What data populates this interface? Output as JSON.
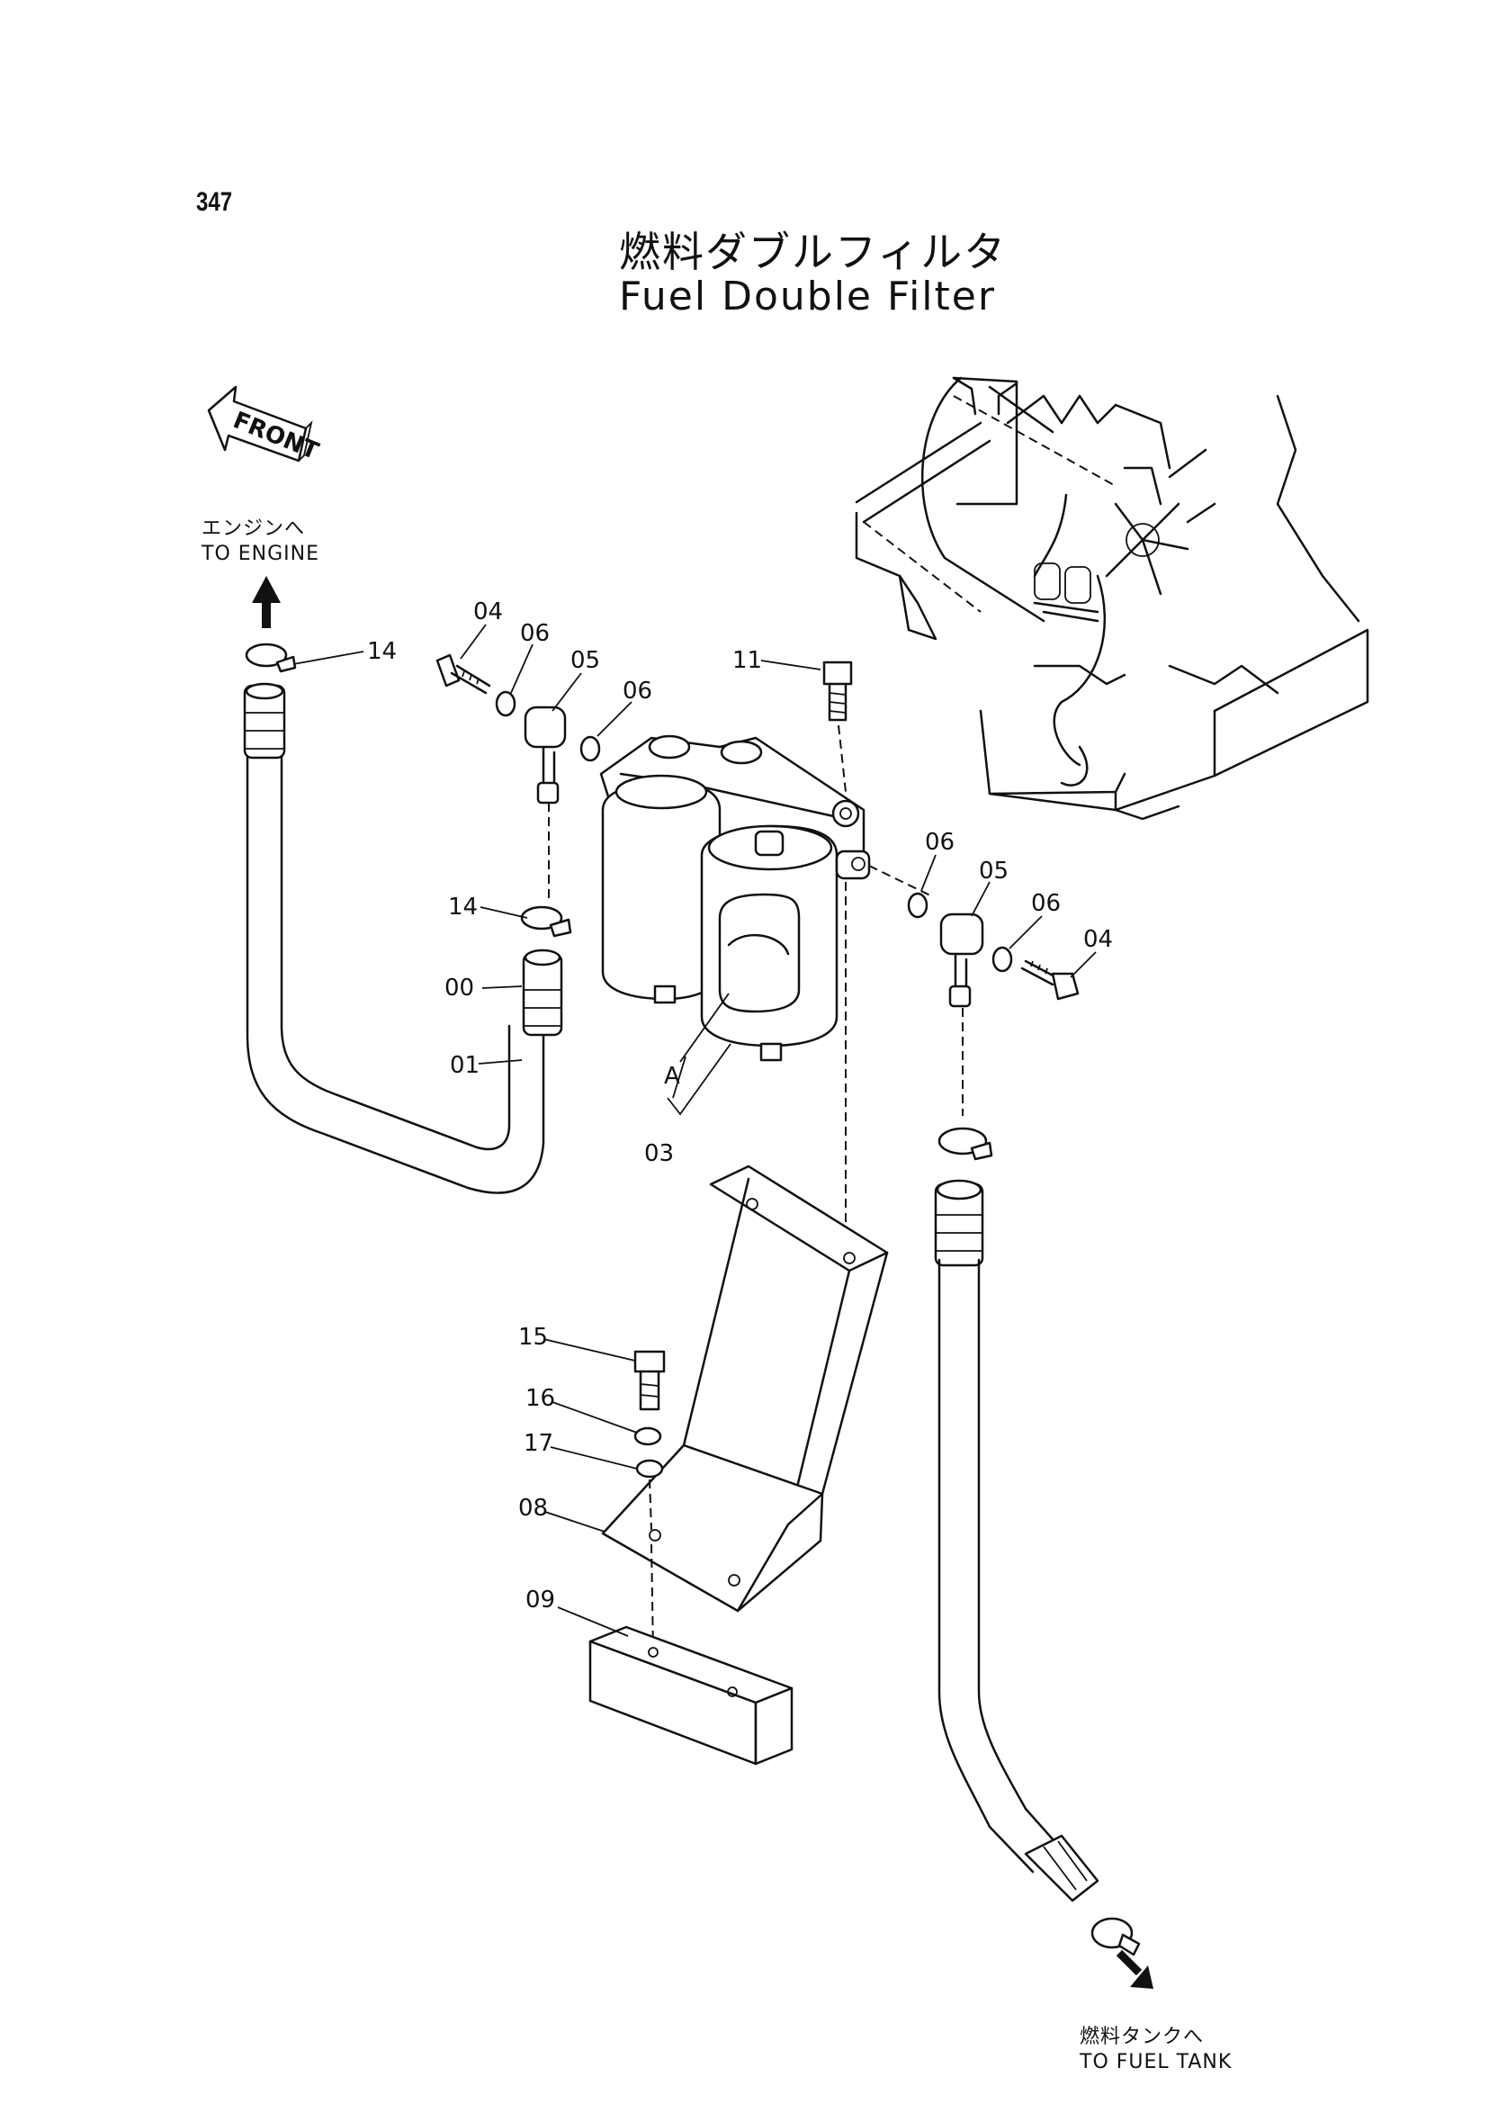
{
  "page_number": "347",
  "title": {
    "japanese": "燃料ダブルフィルタ",
    "english": "Fuel Double Filter"
  },
  "direction": {
    "front_label": "FRONT",
    "to_engine": {
      "japanese": "エンジンへ",
      "english": "TO ENGINE"
    },
    "to_fuel_tank": {
      "japanese": "燃料タンクへ",
      "english": "TO FUEL TANK"
    }
  },
  "callouts": {
    "c14_top": "14",
    "c04_left": "04",
    "c06_left_a": "06",
    "c05_left": "05",
    "c06_left_b": "06",
    "c11": "11",
    "c14_mid": "14",
    "c00": "00",
    "c01": "01",
    "cA": "A",
    "c03": "03",
    "c06_right_a": "06",
    "c05_right": "05",
    "c06_right_b": "06",
    "c04_right": "04",
    "c15": "15",
    "c16": "16",
    "c17": "17",
    "c08": "08",
    "c09": "09"
  }
}
